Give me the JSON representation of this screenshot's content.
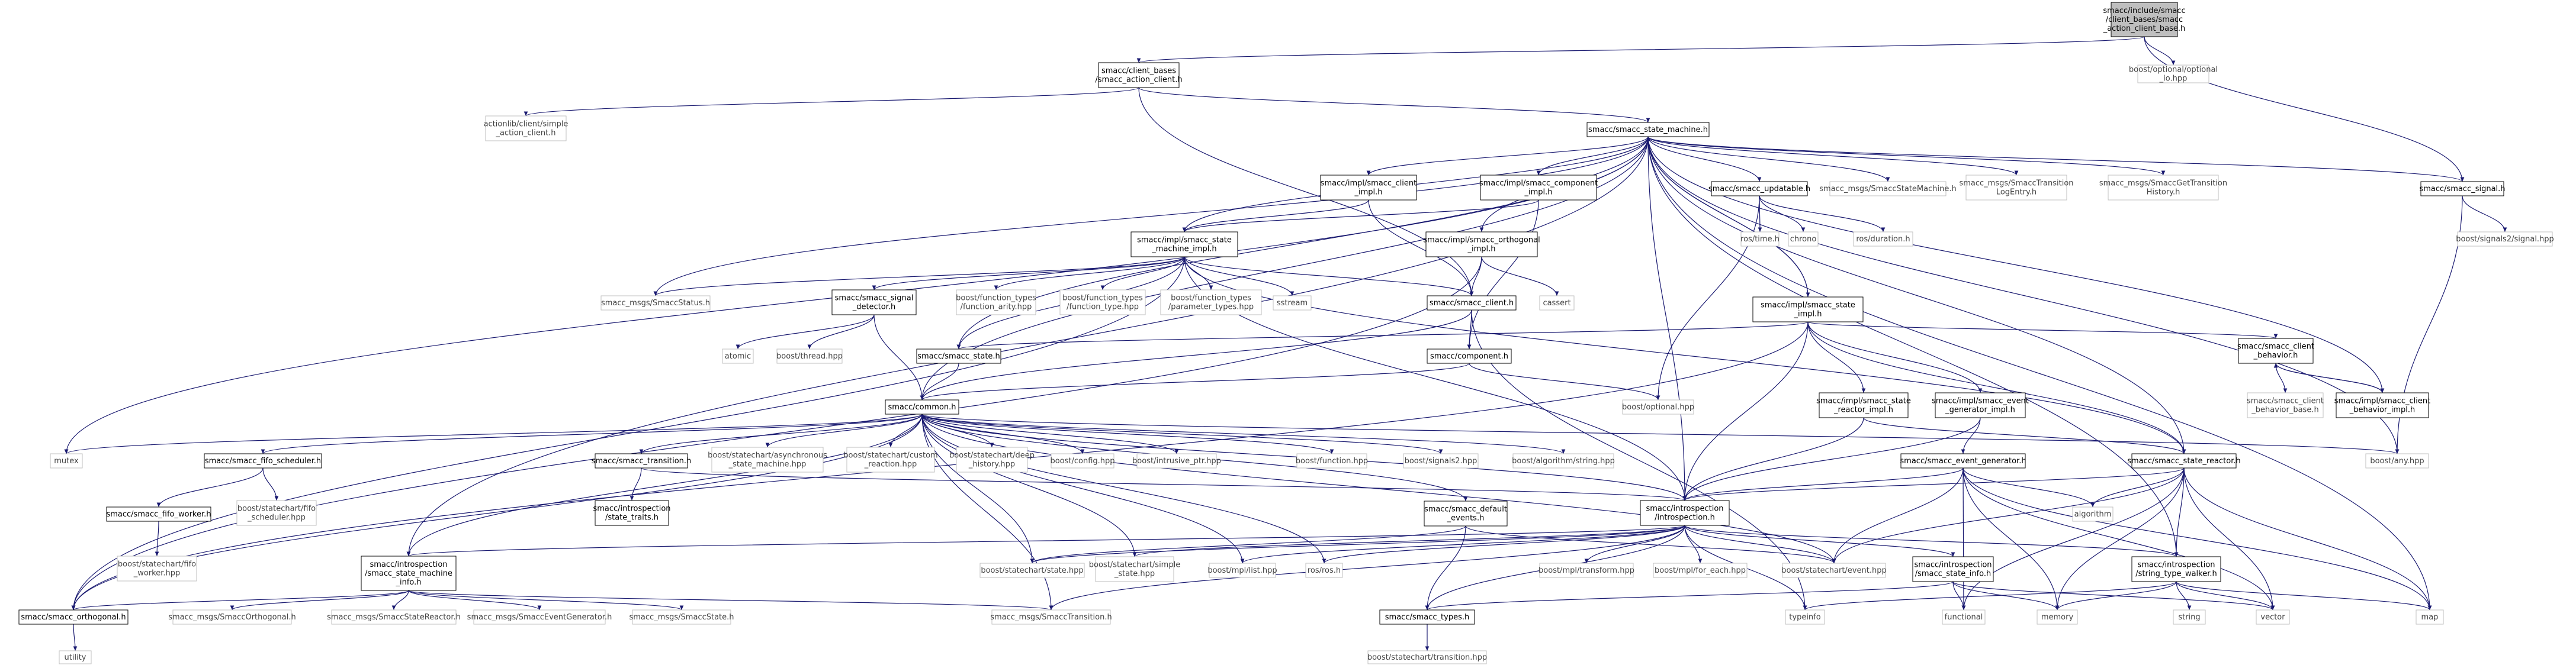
{
  "colors": {
    "background": "#ffffff",
    "edge": "#191970",
    "node_border": "#000000",
    "external_border": "#bfbfbf",
    "root_fill": "#bfbfbf",
    "node_fill": "#ffffff",
    "text": "#000000",
    "external_text": "#444444"
  },
  "nodes": [
    {
      "id": "root",
      "lines": [
        "smacc/include/smacc",
        "/client_bases/smacc",
        "_action_client_base.h"
      ],
      "kind": "root"
    },
    {
      "id": "optional_io",
      "lines": [
        "boost/optional/optional",
        "_io.hpp"
      ],
      "kind": "ext"
    },
    {
      "id": "action_client",
      "lines": [
        "smacc/client_bases",
        "/smacc_action_client.h"
      ],
      "kind": "int"
    },
    {
      "id": "simple_action_client",
      "lines": [
        "actionlib/client/simple",
        "_action_client.h"
      ],
      "kind": "ext"
    },
    {
      "id": "state_machine",
      "lines": [
        "smacc/smacc_state_machine.h"
      ],
      "kind": "int"
    },
    {
      "id": "smacc_signal",
      "lines": [
        "smacc/smacc_signal.h"
      ],
      "kind": "int"
    },
    {
      "id": "signals2_signal",
      "lines": [
        "boost/signals2/signal.hpp"
      ],
      "kind": "ext"
    },
    {
      "id": "client_impl",
      "lines": [
        "smacc/impl/smacc_client",
        "_impl.h"
      ],
      "kind": "int"
    },
    {
      "id": "component_impl",
      "lines": [
        "smacc/impl/smacc_component",
        "_impl.h"
      ],
      "kind": "int"
    },
    {
      "id": "updatable",
      "lines": [
        "smacc/smacc_updatable.h"
      ],
      "kind": "int"
    },
    {
      "id": "msg_state_machine",
      "lines": [
        "smacc_msgs/SmaccStateMachine.h"
      ],
      "kind": "ext"
    },
    {
      "id": "msg_transition_log",
      "lines": [
        "smacc_msgs/SmaccTransition",
        "LogEntry.h"
      ],
      "kind": "ext"
    },
    {
      "id": "msg_get_transition",
      "lines": [
        "smacc_msgs/SmaccGetTransition",
        "History.h"
      ],
      "kind": "ext"
    },
    {
      "id": "ros_time",
      "lines": [
        "ros/time.h"
      ],
      "kind": "ext"
    },
    {
      "id": "chrono",
      "lines": [
        "chrono"
      ],
      "kind": "ext"
    },
    {
      "id": "ros_duration",
      "lines": [
        "ros/duration.h"
      ],
      "kind": "ext"
    },
    {
      "id": "sm_impl",
      "lines": [
        "smacc/impl/smacc_state",
        "_machine_impl.h"
      ],
      "kind": "int"
    },
    {
      "id": "orthogonal_impl",
      "lines": [
        "smacc/impl/smacc_orthogonal",
        "_impl.h"
      ],
      "kind": "int"
    },
    {
      "id": "state_impl",
      "lines": [
        "smacc/impl/smacc_state",
        "_impl.h"
      ],
      "kind": "int"
    },
    {
      "id": "msg_status",
      "lines": [
        "smacc_msgs/SmaccStatus.h"
      ],
      "kind": "ext"
    },
    {
      "id": "signal_detector",
      "lines": [
        "smacc/smacc_signal",
        "_detector.h"
      ],
      "kind": "int"
    },
    {
      "id": "fn_arity",
      "lines": [
        "boost/function_types",
        "/function_arity.hpp"
      ],
      "kind": "ext"
    },
    {
      "id": "fn_type",
      "lines": [
        "boost/function_types",
        "/function_type.hpp"
      ],
      "kind": "ext"
    },
    {
      "id": "fn_params",
      "lines": [
        "boost/function_types",
        "/parameter_types.hpp"
      ],
      "kind": "ext"
    },
    {
      "id": "sstream",
      "lines": [
        "sstream"
      ],
      "kind": "ext"
    },
    {
      "id": "smacc_client",
      "lines": [
        "smacc/smacc_client.h"
      ],
      "kind": "int"
    },
    {
      "id": "cassert",
      "lines": [
        "cassert"
      ],
      "kind": "ext"
    },
    {
      "id": "atomic",
      "lines": [
        "atomic"
      ],
      "kind": "ext"
    },
    {
      "id": "boost_thread",
      "lines": [
        "boost/thread.hpp"
      ],
      "kind": "ext"
    },
    {
      "id": "smacc_state",
      "lines": [
        "smacc/smacc_state.h"
      ],
      "kind": "int"
    },
    {
      "id": "component",
      "lines": [
        "smacc/component.h"
      ],
      "kind": "int"
    },
    {
      "id": "boost_optional",
      "lines": [
        "boost/optional.hpp"
      ],
      "kind": "ext"
    },
    {
      "id": "client_behavior",
      "lines": [
        "smacc/smacc_client",
        "_behavior.h"
      ],
      "kind": "int"
    },
    {
      "id": "client_behavior_base",
      "lines": [
        "smacc/smacc_client",
        "_behavior_base.h"
      ],
      "kind": "ext"
    },
    {
      "id": "client_behavior_impl",
      "lines": [
        "smacc/impl/smacc_client",
        "_behavior_impl.h"
      ],
      "kind": "int"
    },
    {
      "id": "reactor_impl",
      "lines": [
        "smacc/impl/smacc_state",
        "_reactor_impl.h"
      ],
      "kind": "int"
    },
    {
      "id": "event_gen_impl",
      "lines": [
        "smacc/impl/smacc_event",
        "_generator_impl.h"
      ],
      "kind": "int"
    },
    {
      "id": "common",
      "lines": [
        "smacc/common.h"
      ],
      "kind": "int"
    },
    {
      "id": "mutex",
      "lines": [
        "mutex"
      ],
      "kind": "ext"
    },
    {
      "id": "fifo_scheduler",
      "lines": [
        "smacc/smacc_fifo_scheduler.h"
      ],
      "kind": "int"
    },
    {
      "id": "transition",
      "lines": [
        "smacc/smacc_transition.h"
      ],
      "kind": "int"
    },
    {
      "id": "async_sm",
      "lines": [
        "boost/statechart/asynchronous",
        "_state_machine.hpp"
      ],
      "kind": "ext"
    },
    {
      "id": "custom_reaction",
      "lines": [
        "boost/statechart/custom",
        "_reaction.hpp"
      ],
      "kind": "ext"
    },
    {
      "id": "deep_history",
      "lines": [
        "boost/statechart/deep",
        "_history.hpp"
      ],
      "kind": "ext"
    },
    {
      "id": "boost_config",
      "lines": [
        "boost/config.hpp"
      ],
      "kind": "ext"
    },
    {
      "id": "intrusive_ptr",
      "lines": [
        "boost/intrusive_ptr.hpp"
      ],
      "kind": "ext"
    },
    {
      "id": "boost_function",
      "lines": [
        "boost/function.hpp"
      ],
      "kind": "ext"
    },
    {
      "id": "boost_signals2",
      "lines": [
        "boost/signals2.hpp"
      ],
      "kind": "ext"
    },
    {
      "id": "algo_string",
      "lines": [
        "boost/algorithm/string.hpp"
      ],
      "kind": "ext"
    },
    {
      "id": "boost_any",
      "lines": [
        "boost/any.hpp"
      ],
      "kind": "ext"
    },
    {
      "id": "event_generator",
      "lines": [
        "smacc/smacc_event_generator.h"
      ],
      "kind": "int"
    },
    {
      "id": "state_reactor",
      "lines": [
        "smacc/smacc_state_reactor.h"
      ],
      "kind": "int"
    },
    {
      "id": "fifo_worker",
      "lines": [
        "smacc/smacc_fifo_worker.h"
      ],
      "kind": "int"
    },
    {
      "id": "sc_fifo_scheduler",
      "lines": [
        "boost/statechart/fifo",
        "_scheduler.hpp"
      ],
      "kind": "ext"
    },
    {
      "id": "state_traits",
      "lines": [
        "smacc/introspection",
        "/state_traits.h"
      ],
      "kind": "int"
    },
    {
      "id": "default_events",
      "lines": [
        "smacc/smacc_default",
        "_events.h"
      ],
      "kind": "int"
    },
    {
      "id": "introspection",
      "lines": [
        "smacc/introspection",
        "/introspection.h"
      ],
      "kind": "int"
    },
    {
      "id": "algorithm",
      "lines": [
        "algorithm"
      ],
      "kind": "ext"
    },
    {
      "id": "sc_fifo_worker",
      "lines": [
        "boost/statechart/fifo",
        "_worker.hpp"
      ],
      "kind": "ext"
    },
    {
      "id": "sm_info",
      "lines": [
        "smacc/introspection",
        "/smacc_state_machine",
        "_info.h"
      ],
      "kind": "int"
    },
    {
      "id": "sc_state",
      "lines": [
        "boost/statechart/state.hpp"
      ],
      "kind": "ext"
    },
    {
      "id": "sc_simple_state",
      "lines": [
        "boost/statechart/simple",
        "_state.hpp"
      ],
      "kind": "ext"
    },
    {
      "id": "mpl_list",
      "lines": [
        "boost/mpl/list.hpp"
      ],
      "kind": "ext"
    },
    {
      "id": "ros_h",
      "lines": [
        "ros/ros.h"
      ],
      "kind": "ext"
    },
    {
      "id": "mpl_transform",
      "lines": [
        "boost/mpl/transform.hpp"
      ],
      "kind": "ext"
    },
    {
      "id": "mpl_for_each",
      "lines": [
        "boost/mpl/for_each.hpp"
      ],
      "kind": "ext"
    },
    {
      "id": "sc_event",
      "lines": [
        "boost/statechart/event.hpp"
      ],
      "kind": "ext"
    },
    {
      "id": "state_info",
      "lines": [
        "smacc/introspection",
        "/smacc_state_info.h"
      ],
      "kind": "int"
    },
    {
      "id": "string_type_walker",
      "lines": [
        "smacc/introspection",
        "/string_type_walker.h"
      ],
      "kind": "int"
    },
    {
      "id": "orthogonal",
      "lines": [
        "smacc/smacc_orthogonal.h"
      ],
      "kind": "int"
    },
    {
      "id": "msg_orthogonal",
      "lines": [
        "smacc_msgs/SmaccOrthogonal.h"
      ],
      "kind": "ext"
    },
    {
      "id": "msg_state_reactor",
      "lines": [
        "smacc_msgs/SmaccStateReactor.h"
      ],
      "kind": "ext"
    },
    {
      "id": "msg_event_gen",
      "lines": [
        "smacc_msgs/SmaccEventGenerator.h"
      ],
      "kind": "ext"
    },
    {
      "id": "msg_state",
      "lines": [
        "smacc_msgs/SmaccState.h"
      ],
      "kind": "ext"
    },
    {
      "id": "msg_transition",
      "lines": [
        "smacc_msgs/SmaccTransition.h"
      ],
      "kind": "ext"
    },
    {
      "id": "smacc_types",
      "lines": [
        "smacc/smacc_types.h"
      ],
      "kind": "int"
    },
    {
      "id": "typeinfo",
      "lines": [
        "typeinfo"
      ],
      "kind": "ext"
    },
    {
      "id": "functional",
      "lines": [
        "functional"
      ],
      "kind": "ext"
    },
    {
      "id": "memory",
      "lines": [
        "memory"
      ],
      "kind": "ext"
    },
    {
      "id": "string",
      "lines": [
        "string"
      ],
      "kind": "ext"
    },
    {
      "id": "vector",
      "lines": [
        "vector"
      ],
      "kind": "ext"
    },
    {
      "id": "map",
      "lines": [
        "map"
      ],
      "kind": "ext"
    },
    {
      "id": "utility",
      "lines": [
        "utility"
      ],
      "kind": "ext"
    },
    {
      "id": "sc_transition",
      "lines": [
        "boost/statechart/transition.hpp"
      ],
      "kind": "ext"
    }
  ],
  "edges": [
    [
      "root",
      "action_client"
    ],
    [
      "root",
      "optional_io"
    ],
    [
      "root",
      "smacc_signal"
    ],
    [
      "action_client",
      "simple_action_client"
    ],
    [
      "action_client",
      "state_machine"
    ],
    [
      "action_client",
      "smacc_client"
    ],
    [
      "state_machine",
      "common"
    ],
    [
      "state_machine",
      "client_impl"
    ],
    [
      "state_machine",
      "component_impl"
    ],
    [
      "state_machine",
      "updatable"
    ],
    [
      "state_machine",
      "msg_state_machine"
    ],
    [
      "state_machine",
      "msg_transition_log"
    ],
    [
      "state_machine",
      "msg_get_transition"
    ],
    [
      "state_machine",
      "smacc_signal"
    ],
    [
      "state_machine",
      "boost_any"
    ],
    [
      "state_machine",
      "map"
    ],
    [
      "state_machine",
      "mutex"
    ],
    [
      "state_machine",
      "msg_status"
    ],
    [
      "state_machine",
      "orthogonal_impl"
    ],
    [
      "state_machine",
      "state_impl"
    ],
    [
      "state_machine",
      "sm_info"
    ],
    [
      "state_machine",
      "introspection"
    ],
    [
      "state_machine",
      "state_reactor"
    ],
    [
      "state_machine",
      "string_type_walker"
    ],
    [
      "state_machine",
      "smacc_state"
    ],
    [
      "smacc_signal",
      "signals2_signal"
    ],
    [
      "smacc_signal",
      "boost_any"
    ],
    [
      "client_impl",
      "smacc_client"
    ],
    [
      "client_impl",
      "sm_impl"
    ],
    [
      "component_impl",
      "component"
    ],
    [
      "component_impl",
      "sm_impl"
    ],
    [
      "updatable",
      "boost_optional"
    ],
    [
      "updatable",
      "ros_time"
    ],
    [
      "updatable",
      "chrono"
    ],
    [
      "updatable",
      "ros_duration"
    ],
    [
      "sm_impl",
      "state_machine"
    ],
    [
      "sm_impl",
      "msg_status"
    ],
    [
      "sm_impl",
      "signal_detector"
    ],
    [
      "sm_impl",
      "fn_arity"
    ],
    [
      "sm_impl",
      "fn_type"
    ],
    [
      "sm_impl",
      "fn_params"
    ],
    [
      "sm_impl",
      "sstream"
    ],
    [
      "sm_impl",
      "smacc_client"
    ],
    [
      "sm_impl",
      "orthogonal"
    ],
    [
      "sm_impl",
      "introspection"
    ],
    [
      "sm_impl",
      "smacc_state"
    ],
    [
      "sm_impl",
      "state_reactor"
    ],
    [
      "orthogonal_impl",
      "smacc_client"
    ],
    [
      "orthogonal_impl",
      "cassert"
    ],
    [
      "orthogonal_impl",
      "orthogonal"
    ],
    [
      "state_impl",
      "state_machine"
    ],
    [
      "state_impl",
      "smacc_state"
    ],
    [
      "state_impl",
      "introspection"
    ],
    [
      "state_impl",
      "client_behavior"
    ],
    [
      "state_impl",
      "reactor_impl"
    ],
    [
      "state_impl",
      "event_gen_impl"
    ],
    [
      "state_impl",
      "state_reactor"
    ],
    [
      "state_impl",
      "orthogonal"
    ],
    [
      "signal_detector",
      "common"
    ],
    [
      "signal_detector",
      "atomic"
    ],
    [
      "signal_detector",
      "boost_thread"
    ],
    [
      "smacc_client",
      "common"
    ],
    [
      "smacc_client",
      "component"
    ],
    [
      "smacc_client",
      "typeinfo"
    ],
    [
      "smacc_state",
      "common"
    ],
    [
      "component",
      "common"
    ],
    [
      "component",
      "boost_optional"
    ],
    [
      "client_behavior",
      "client_behavior_base"
    ],
    [
      "client_behavior",
      "client_behavior_impl"
    ],
    [
      "client_behavior_impl",
      "client_behavior"
    ],
    [
      "client_behavior_impl",
      "state_machine"
    ],
    [
      "reactor_impl",
      "state_reactor"
    ],
    [
      "reactor_impl",
      "introspection"
    ],
    [
      "event_gen_impl",
      "event_generator"
    ],
    [
      "event_gen_impl",
      "introspection"
    ],
    [
      "common",
      "mutex"
    ],
    [
      "common",
      "fifo_scheduler"
    ],
    [
      "common",
      "transition"
    ],
    [
      "common",
      "async_sm"
    ],
    [
      "common",
      "custom_reaction"
    ],
    [
      "common",
      "deep_history"
    ],
    [
      "common",
      "boost_config"
    ],
    [
      "common",
      "intrusive_ptr"
    ],
    [
      "common",
      "boost_function"
    ],
    [
      "common",
      "boost_signals2"
    ],
    [
      "common",
      "algo_string"
    ],
    [
      "common",
      "boost_any"
    ],
    [
      "common",
      "default_events"
    ],
    [
      "common",
      "introspection"
    ],
    [
      "common",
      "sm_info"
    ],
    [
      "common",
      "sc_state"
    ],
    [
      "common",
      "sc_simple_state"
    ],
    [
      "common",
      "mpl_list"
    ],
    [
      "common",
      "ros_h"
    ],
    [
      "common",
      "sc_event"
    ],
    [
      "common",
      "orthogonal"
    ],
    [
      "common",
      "msg_transition"
    ],
    [
      "fifo_scheduler",
      "fifo_worker"
    ],
    [
      "fifo_scheduler",
      "sc_fifo_scheduler"
    ],
    [
      "fifo_worker",
      "sc_fifo_worker"
    ],
    [
      "transition",
      "state_traits"
    ],
    [
      "transition",
      "introspection"
    ],
    [
      "event_generator",
      "introspection"
    ],
    [
      "event_generator",
      "algorithm"
    ],
    [
      "event_generator",
      "sc_event"
    ],
    [
      "event_generator",
      "functional"
    ],
    [
      "event_generator",
      "memory"
    ],
    [
      "event_generator",
      "vector"
    ],
    [
      "event_generator",
      "map"
    ],
    [
      "state_reactor",
      "introspection"
    ],
    [
      "state_reactor",
      "algorithm"
    ],
    [
      "state_reactor",
      "sc_event"
    ],
    [
      "state_reactor",
      "functional"
    ],
    [
      "state_reactor",
      "memory"
    ],
    [
      "state_reactor",
      "vector"
    ],
    [
      "state_reactor",
      "map"
    ],
    [
      "state_reactor",
      "string_type_walker"
    ],
    [
      "default_events",
      "smacc_types"
    ],
    [
      "default_events",
      "sc_state"
    ],
    [
      "default_events",
      "sc_event"
    ],
    [
      "introspection",
      "sm_info"
    ],
    [
      "introspection",
      "sc_state"
    ],
    [
      "introspection",
      "sc_simple_state"
    ],
    [
      "introspection",
      "mpl_list"
    ],
    [
      "introspection",
      "ros_h"
    ],
    [
      "introspection",
      "mpl_transform"
    ],
    [
      "introspection",
      "mpl_for_each"
    ],
    [
      "introspection",
      "sc_event"
    ],
    [
      "introspection",
      "state_info"
    ],
    [
      "introspection",
      "string_type_walker"
    ],
    [
      "introspection",
      "smacc_types"
    ],
    [
      "introspection",
      "msg_transition"
    ],
    [
      "introspection",
      "typeinfo"
    ],
    [
      "sm_info",
      "orthogonal"
    ],
    [
      "sm_info",
      "msg_orthogonal"
    ],
    [
      "sm_info",
      "msg_state_reactor"
    ],
    [
      "sm_info",
      "msg_event_gen"
    ],
    [
      "sm_info",
      "msg_state"
    ],
    [
      "sm_info",
      "msg_transition"
    ],
    [
      "state_info",
      "smacc_types"
    ],
    [
      "state_info",
      "functional"
    ],
    [
      "state_info",
      "memory"
    ],
    [
      "state_info",
      "vector"
    ],
    [
      "string_type_walker",
      "typeinfo"
    ],
    [
      "string_type_walker",
      "memory"
    ],
    [
      "string_type_walker",
      "string"
    ],
    [
      "string_type_walker",
      "vector"
    ],
    [
      "string_type_walker",
      "map"
    ],
    [
      "orthogonal",
      "utility"
    ],
    [
      "smacc_types",
      "sc_transition"
    ]
  ]
}
